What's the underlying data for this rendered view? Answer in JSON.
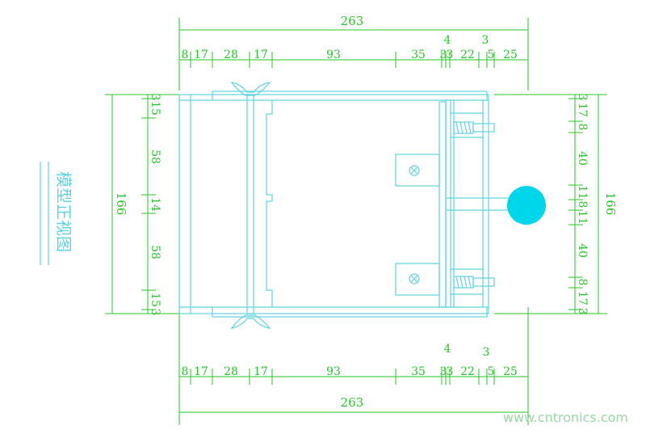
{
  "title": "模型正视图",
  "watermark": "www.cntronics.com",
  "colors": {
    "dimension": "#27c427",
    "outline": "#5fd3df",
    "knob": "#00d6ea"
  },
  "top": {
    "total": "263",
    "segments": [
      "8",
      "17",
      "28",
      "17",
      "93",
      "35",
      "3",
      "3",
      "22",
      "5",
      "25"
    ],
    "extras": [
      "4",
      "3"
    ]
  },
  "bottom": {
    "total": "263",
    "segments": [
      "8",
      "17",
      "28",
      "17",
      "93",
      "35",
      "3",
      "3",
      "22",
      "5",
      "25"
    ],
    "extras": [
      "4",
      "3"
    ]
  },
  "left": {
    "total": "166",
    "segments": [
      "3",
      "15",
      "58",
      "14",
      "58",
      "15",
      "3"
    ]
  },
  "right": {
    "total": "166",
    "segments": [
      "3",
      "17",
      "8",
      "40",
      "11",
      "8",
      "11",
      "40",
      "8",
      "17",
      "3"
    ]
  }
}
